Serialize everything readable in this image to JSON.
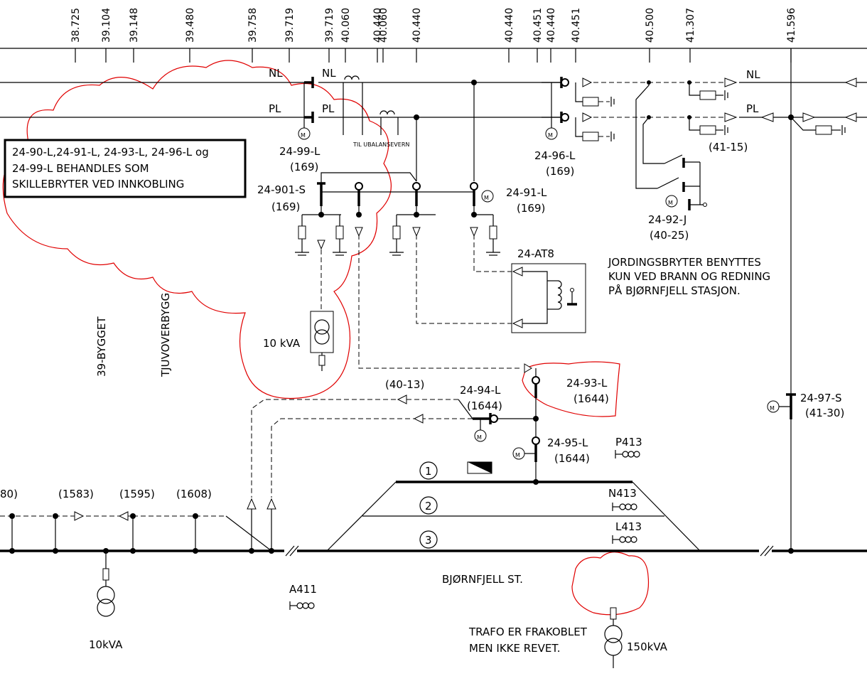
{
  "km_ticks": [
    {
      "label": "38.725"
    },
    {
      "label": "39.104"
    },
    {
      "label": "39.148"
    },
    {
      "label": "39.480"
    },
    {
      "label": "39.758"
    },
    {
      "label": "39.719"
    },
    {
      "label": "39.719"
    },
    {
      "label": "40.060"
    },
    {
      "label": "40.440"
    },
    {
      "label": "40.060"
    },
    {
      "label": "40.440"
    },
    {
      "label": "40.440"
    },
    {
      "label": "40.451"
    },
    {
      "label": "40.440"
    },
    {
      "label": "40.451"
    },
    {
      "label": "40.500"
    },
    {
      "label": "41.307"
    },
    {
      "label": "41.596"
    }
  ],
  "lines": {
    "nl_left": "NL",
    "nl_mid": "NL",
    "pl_left": "PL",
    "pl_mid": "PL",
    "nl_right": "NL",
    "pl_right": "PL"
  },
  "notes": {
    "boxed_line1": "24-90-L,24-91-L, 24-93-L, 24-96-L og",
    "boxed_line2": "24-99-L BEHANDLES SOM",
    "boxed_line3": "SKILLEBRYTER VED INNKOBLING",
    "til_ubalansevern": "TIL UBALANSEVERN",
    "jordings_line1": "JORDINGSBRYTER BENYTTES",
    "jordings_line2": "KUN VED BRANN OG REDNING",
    "jordings_line3": "PÅ BJØRNFJELL STASJON.",
    "trafo_line1": "TRAFO ER FRAKOBLET",
    "trafo_line2": "MEN IKKE REVET."
  },
  "switches": {
    "s2499_id": "24-99-L",
    "s2499_ref": "(169)",
    "s24901_id": "24-901-S",
    "s24901_ref": "(169)",
    "s2496_id": "24-96-L",
    "s2496_ref": "(169)",
    "s2491_id": "24-91-L",
    "s2491_ref": "(169)",
    "s2492_id": "24-92-J",
    "s2492_ref": "(40-25)",
    "s4115_ref": "(41-15)",
    "s2494_id": "24-94-L",
    "s2494_ref": "(1644)",
    "s2493_id": "24-93-L",
    "s2493_ref": "(1644)",
    "s2495_id": "24-95-L",
    "s2495_ref": "(1644)",
    "s2497_id": "24-97-S",
    "s2497_ref": "(41-30)",
    "s4013_ref": "(40-13)"
  },
  "equipment": {
    "at8": "24-AT8",
    "trafo_10kva_a": "10 kVA",
    "trafo_10kva_b": "10kVA",
    "trafo_150kva": "150kVA",
    "motor_symbol": "M"
  },
  "buildings": {
    "b39": "39-BYGGET",
    "tjuvo": "TJUVOVERBYGG"
  },
  "station": {
    "name": "BJØRNFJELL ST.",
    "track1": "1",
    "track2": "2",
    "track3": "3",
    "p413": "P413",
    "n413": "N413",
    "l413": "L413",
    "a411": "A411"
  },
  "left_refs": {
    "r80": "80)",
    "r1583": "(1583)",
    "r1595": "(1595)",
    "r1608": "(1608)"
  }
}
